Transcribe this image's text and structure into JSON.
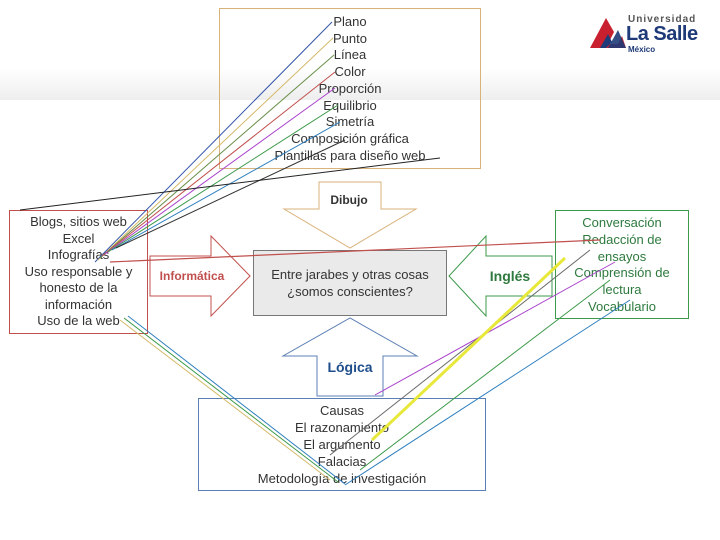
{
  "logo": {
    "line1": "Universidad",
    "line2": "La Salle",
    "line3": "México"
  },
  "top_box": {
    "items": [
      "Plano",
      "Punto",
      "Línea",
      "Color",
      "Proporción",
      "Equilibrio",
      "Simetría",
      "Composición gráfica",
      "Plantillas para diseño web"
    ]
  },
  "left_box": {
    "items": [
      "Blogs, sitios web",
      "Excel",
      "Infografías",
      "Uso responsable y",
      "honesto de la",
      "información",
      "Uso de la web"
    ]
  },
  "right_box": {
    "items": [
      "Conversación",
      "Redacción de",
      "ensayos",
      "Comprensión de",
      "lectura",
      "Vocabulario"
    ]
  },
  "bottom_box": {
    "items": [
      "Causas",
      "El razonamiento",
      "El argumento",
      "Falacias",
      "Metodología de investigación"
    ]
  },
  "center_box": {
    "line1": "Entre jarabes y otras cosas",
    "line2": "¿somos conscientes?"
  },
  "arrows": {
    "top_label": "Dibujo",
    "left_label": "Informática",
    "right_label": "Inglés",
    "bottom_label": "Lógica"
  },
  "colors": {
    "top_border": "#d9b27a",
    "left_border": "#c0504d",
    "right_border": "#3d9a4a",
    "bottom_border": "#5b7fb5",
    "logo_red": "#c8202f",
    "logo_blue": "#1e3a78",
    "highlight_yellow": "#e8e83a"
  }
}
